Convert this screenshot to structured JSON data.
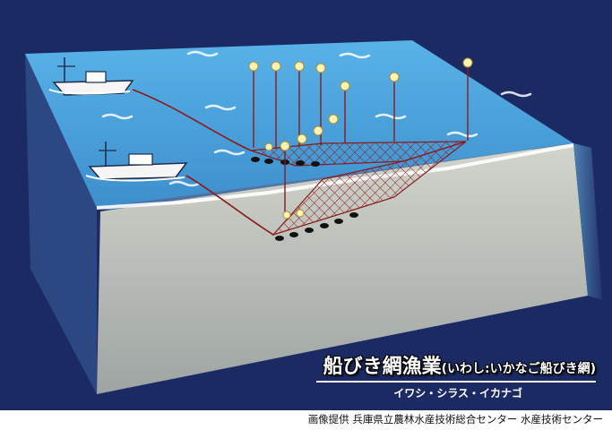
{
  "title": "船びき網漁業",
  "title_paren": "(いわし:いかなご船びき網)",
  "species": "イワシ・シラス・イカナゴ",
  "credit": "画像提供 兵庫県立農林水産技術総合センター 水産技術センター",
  "colors": {
    "background": "#1b2a63",
    "sea_surface": "#4aa3dc",
    "sea_side": "#5d8fbf",
    "seabed": "#c3c6bd",
    "net": "#8b1a1a",
    "float": "#fff4b0"
  }
}
